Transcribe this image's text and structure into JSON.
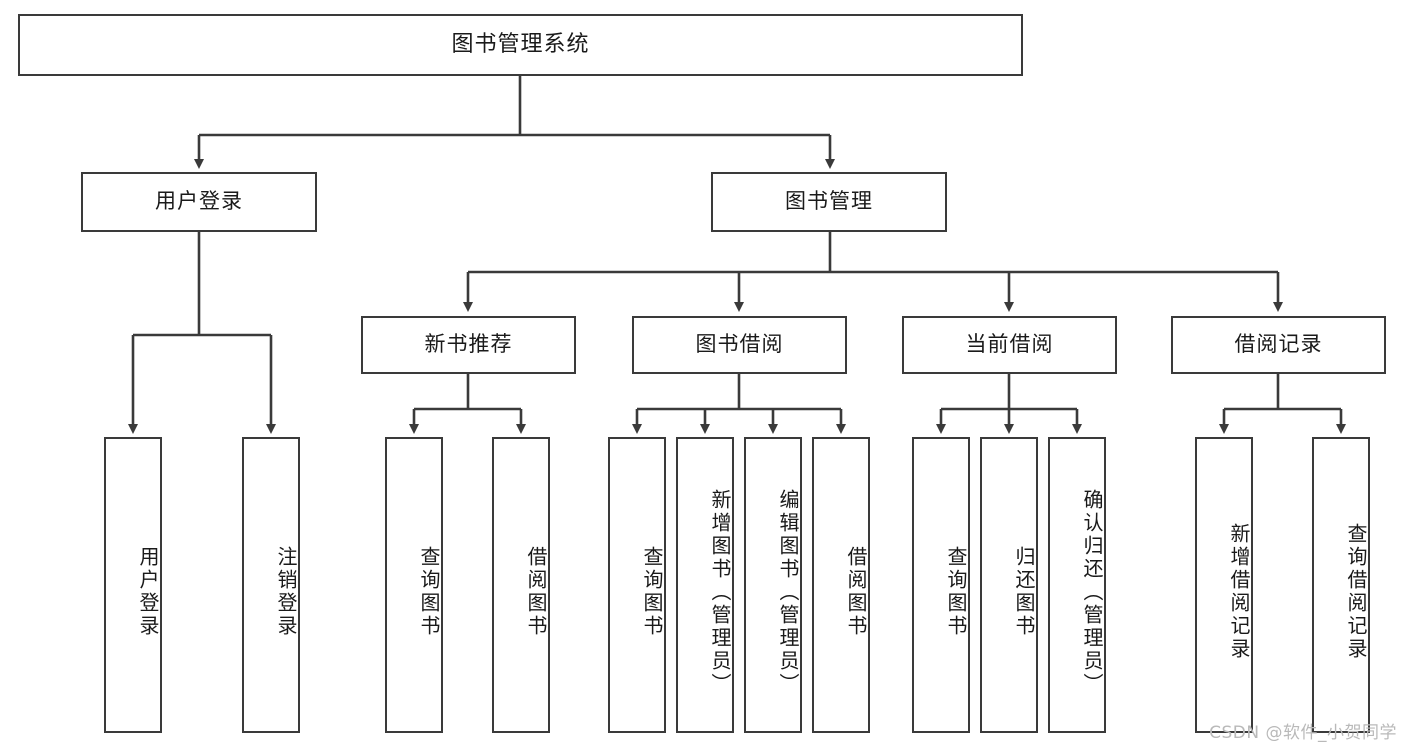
{
  "diagram": {
    "type": "tree-hierarchy",
    "title": "图书管理系统",
    "root": {
      "id": "root",
      "label": "图书管理系统",
      "orientation": "horizontal"
    },
    "level2": [
      {
        "id": "user-login",
        "label": "用户登录",
        "orientation": "horizontal"
      },
      {
        "id": "book-manage",
        "label": "图书管理",
        "orientation": "horizontal"
      }
    ],
    "level3": [
      {
        "id": "new-book-rec",
        "label": "新书推荐",
        "orientation": "horizontal",
        "parent": "book-manage"
      },
      {
        "id": "book-borrow",
        "label": "图书借阅",
        "orientation": "horizontal",
        "parent": "book-manage"
      },
      {
        "id": "current-borrow",
        "label": "当前借阅",
        "orientation": "horizontal",
        "parent": "book-manage"
      },
      {
        "id": "borrow-record",
        "label": "借阅记录",
        "orientation": "horizontal",
        "parent": "book-manage"
      }
    ],
    "leaves": [
      {
        "id": "leaf-user-login",
        "label": "用户登录",
        "orientation": "vertical",
        "parent": "user-login"
      },
      {
        "id": "leaf-logout",
        "label": "注销登录",
        "orientation": "vertical",
        "parent": "user-login"
      },
      {
        "id": "leaf-query-book-1",
        "label": "查询图书",
        "orientation": "vertical",
        "parent": "new-book-rec"
      },
      {
        "id": "leaf-borrow-book-1",
        "label": "借阅图书",
        "orientation": "vertical",
        "parent": "new-book-rec"
      },
      {
        "id": "leaf-query-book-2",
        "label": "查询图书",
        "orientation": "vertical",
        "parent": "book-borrow"
      },
      {
        "id": "leaf-add-book",
        "label": "新增图书（管理员）",
        "orientation": "vertical",
        "parent": "book-borrow"
      },
      {
        "id": "leaf-edit-book",
        "label": "编辑图书（管理员）",
        "orientation": "vertical",
        "parent": "book-borrow"
      },
      {
        "id": "leaf-borrow-book-2",
        "label": "借阅图书",
        "orientation": "vertical",
        "parent": "book-borrow"
      },
      {
        "id": "leaf-query-book-3",
        "label": "查询图书",
        "orientation": "vertical",
        "parent": "current-borrow"
      },
      {
        "id": "leaf-return-book",
        "label": "归还图书",
        "orientation": "vertical",
        "parent": "current-borrow"
      },
      {
        "id": "leaf-confirm-return",
        "label": "确认归还（管理员）",
        "orientation": "vertical",
        "parent": "current-borrow"
      },
      {
        "id": "leaf-add-record",
        "label": "新增借阅记录",
        "orientation": "vertical",
        "parent": "borrow-record"
      },
      {
        "id": "leaf-query-record",
        "label": "查询借阅记录",
        "orientation": "vertical",
        "parent": "borrow-record"
      }
    ],
    "colors": {
      "stroke": "#3a3a3a",
      "fill": "#ffffff",
      "text": "#1a1a1a",
      "watermark": "#b9b9b9"
    }
  },
  "watermark": {
    "text": "CSDN @软件_小贺同学"
  }
}
